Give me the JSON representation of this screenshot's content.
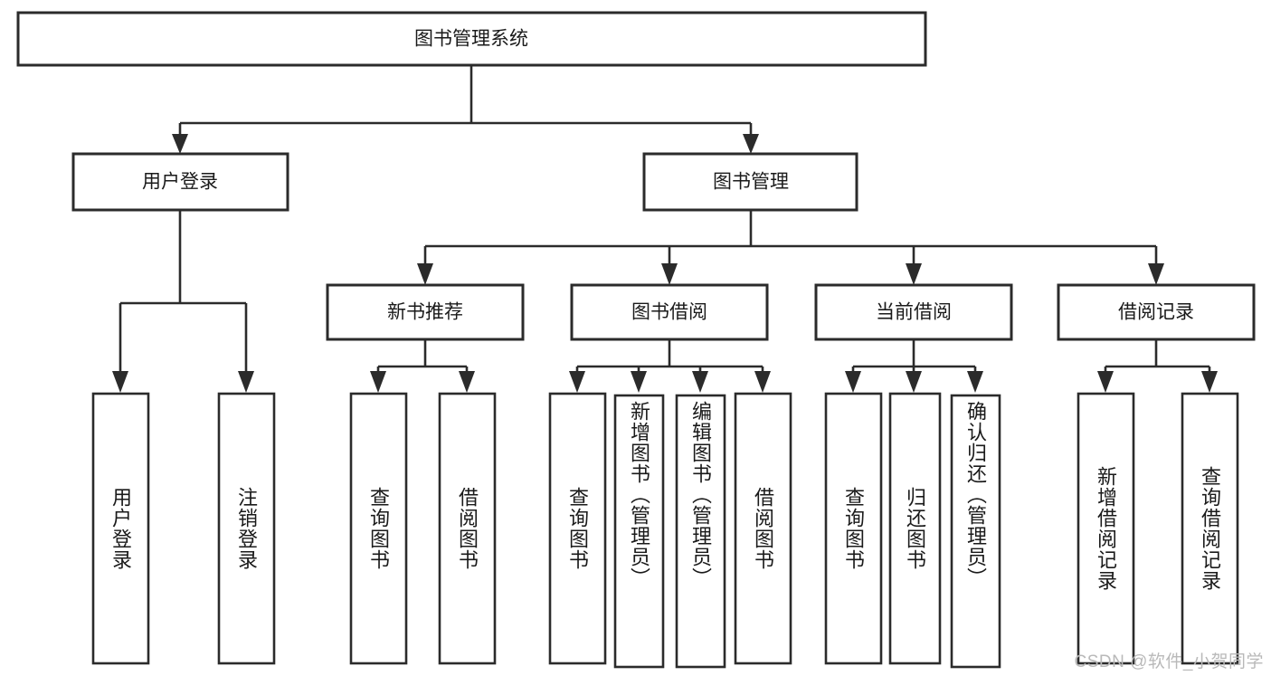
{
  "diagram": {
    "title": "图书管理系统",
    "type": "tree-hierarchy-diagram",
    "colors": {
      "background": "#ffffff",
      "box_stroke": "#2b2b2b",
      "box_fill": "#ffffff",
      "text": "#1a1a1a",
      "watermark": "#b9b9b9"
    },
    "root": {
      "label": "图书管理系统"
    },
    "level2": [
      {
        "id": "user-login",
        "label": "用户登录"
      },
      {
        "id": "book-manage",
        "label": "图书管理"
      }
    ],
    "level3": [
      {
        "id": "new-book-recommend",
        "label": "新书推荐"
      },
      {
        "id": "book-borrow",
        "label": "图书借阅"
      },
      {
        "id": "current-borrow",
        "label": "当前借阅"
      },
      {
        "id": "borrow-record",
        "label": "借阅记录"
      }
    ],
    "leaves": {
      "user_login": [
        {
          "id": "leaf-user-login",
          "label": "用户登录"
        },
        {
          "id": "leaf-logout-login",
          "label": "注销登录"
        }
      ],
      "new_book_recommend": [
        {
          "id": "leaf-query-book-1",
          "label": "查询图书"
        },
        {
          "id": "leaf-borrow-book-1",
          "label": "借阅图书"
        }
      ],
      "book_borrow": [
        {
          "id": "leaf-query-book-2",
          "label": "查询图书"
        },
        {
          "id": "leaf-add-book",
          "label": "新增图书（管理员）"
        },
        {
          "id": "leaf-edit-book",
          "label": "编辑图书（管理员）"
        },
        {
          "id": "leaf-borrow-book-2",
          "label": "借阅图书"
        }
      ],
      "current_borrow": [
        {
          "id": "leaf-query-book-3",
          "label": "查询图书"
        },
        {
          "id": "leaf-return-book",
          "label": "归还图书"
        },
        {
          "id": "leaf-confirm-return",
          "label": "确认归还（管理员）"
        }
      ],
      "borrow_record": [
        {
          "id": "leaf-add-record",
          "label": "新增借阅记录"
        },
        {
          "id": "leaf-query-record",
          "label": "查询借阅记录"
        }
      ]
    },
    "watermark": "CSDN @软件_小贺同学"
  }
}
